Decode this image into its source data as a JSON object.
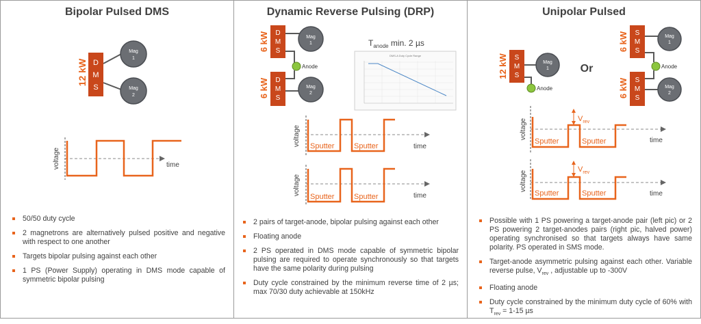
{
  "colors": {
    "accent": "#e8641c",
    "supply_fill": "#c9471b",
    "magnetron_fill": "#6b6e73",
    "anode_fill": "#8cc63f",
    "text": "#404040",
    "border": "#9a9a9a"
  },
  "panels": {
    "bipolar": {
      "title": "Bipolar Pulsed DMS",
      "power_label": "12 kW",
      "supply_letters": [
        "D",
        "M",
        "S"
      ],
      "mag1_word": "Mag",
      "mag1_num": "1",
      "mag2_word": "Mag",
      "mag2_num": "2",
      "axis_voltage": "voltage",
      "axis_time": "time",
      "bullets": [
        "50/50 duty cycle",
        "2 magnetrons are alternatively pulsed positive and negative with respect to one another",
        "Targets bipolar pulsing against each other",
        "1 PS (Power Supply) operating in DMS mode capable of symmetric bipolar pulsing"
      ]
    },
    "drp": {
      "title": "Dynamic Reverse Pulsing (DRP)",
      "power_top": "6 kW",
      "power_bottom": "6 kW",
      "supply_letters": [
        "D",
        "M",
        "S"
      ],
      "mag1_word": "Mag",
      "mag1_num": "1",
      "mag2_word": "Mag",
      "mag2_num": "2",
      "anode_label": "Anode",
      "tanode_T": "T",
      "tanode_sub": "anode",
      "tanode_rest": " min. 2 µs",
      "inset_title": "DMS-A Duty Cycle Range",
      "axis_voltage": "voltage",
      "axis_time": "time",
      "sputter": "Sputter",
      "bullets": [
        "2 pairs of target-anode, bipolar pulsing against each other",
        "Floating anode",
        "2 PS operated in DMS mode capable of symmetric bipolar pulsing are required to operate synchronously so that targets have the same polarity during pulsing",
        "Duty cycle constrained by the minimum reverse time of 2 µs; max 70/30 duty achievable at 150kHz"
      ]
    },
    "unipolar": {
      "title": "Unipolar Pulsed",
      "power_left": "12 kW",
      "power_top": "6 kW",
      "power_bottom": "6 kW",
      "supply_letters": [
        "S",
        "M",
        "S"
      ],
      "mag1_word": "Mag",
      "mag1_num": "1",
      "mag2_word": "Mag",
      "mag2_num": "2",
      "anode_label": "Anode",
      "or_label": "Or",
      "vrev_V": "V",
      "vrev_sub": "rev",
      "axis_voltage": "voltage",
      "axis_time": "time",
      "sputter": "Sputter",
      "bullet1": "Possible with 1 PS powering a target-anode pair (left pic) or 2 PS powering 2 target-anodes pairs (right pic, halved power) operating synchronised so that targets always have same polarity. PS operated in SMS mode.",
      "bullet2_pre": "Target-anode asymmetric pulsing against each other. Variable reverse pulse, V",
      "bullet2_sub": "rev",
      "bullet2_post": " , adjustable up to -300V",
      "bullet3": "Floating anode",
      "bullet4_pre": "Duty cycle constrained by the minimum duty cycle of 60% with T",
      "bullet4_sub": "rev",
      "bullet4_post": " = 1-15 µs"
    }
  }
}
